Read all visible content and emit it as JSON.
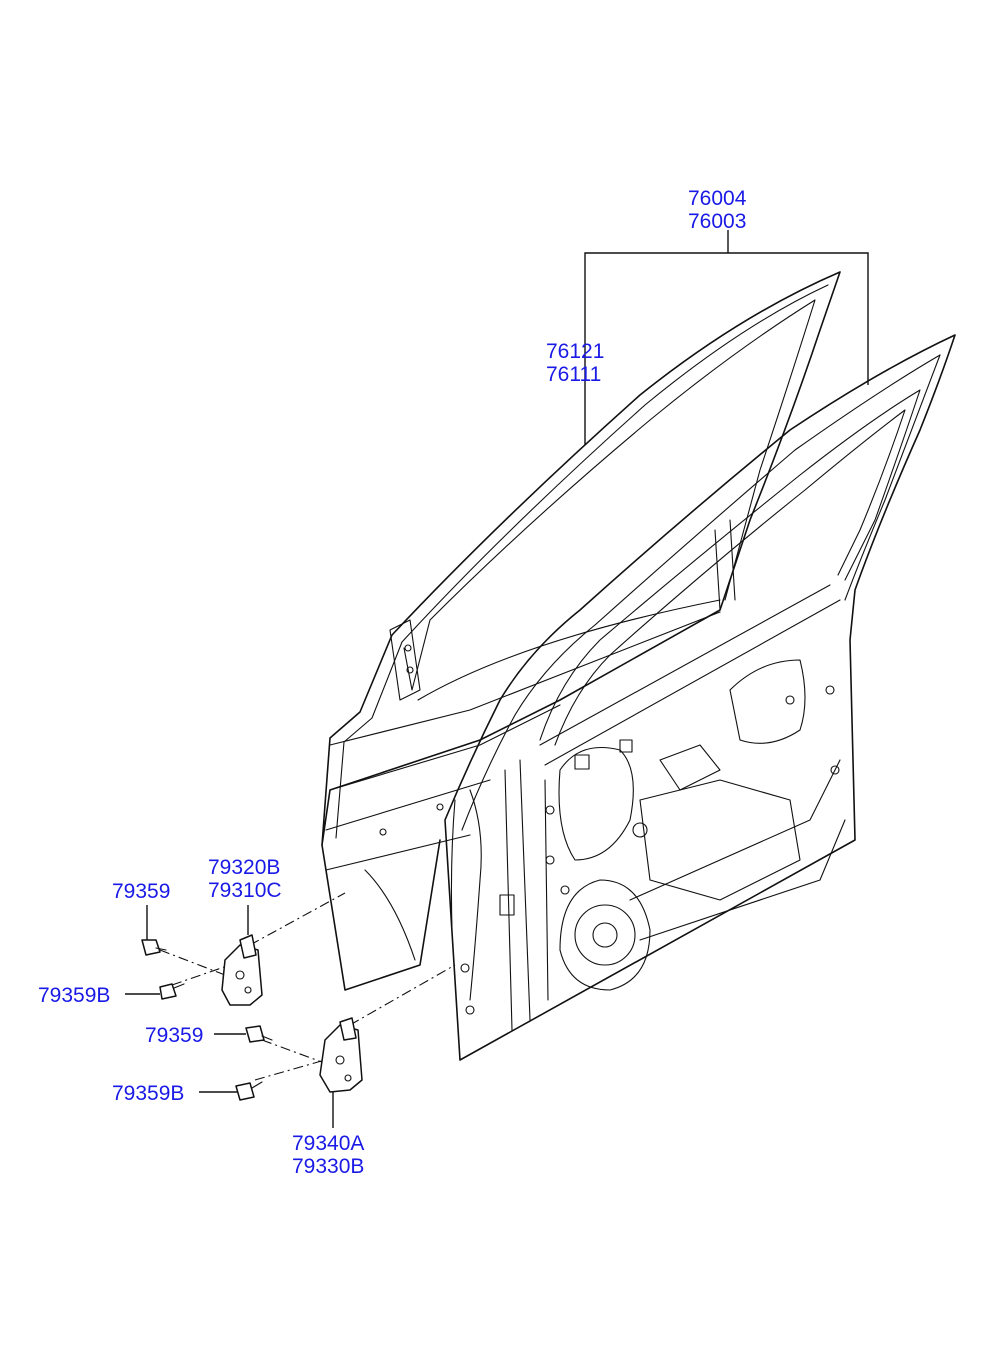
{
  "labels": {
    "door_assembly": [
      "76004",
      "76003"
    ],
    "door_panel": [
      "76121",
      "76111"
    ],
    "upper_hinge": [
      "79320B",
      "79310C"
    ],
    "upper_bolt_a": "79359",
    "upper_bolt_b": "79359B",
    "lower_bolt_a": "79359",
    "lower_bolt_b": "79359B",
    "lower_hinge": [
      "79340A",
      "79330B"
    ]
  },
  "colors": {
    "label": "#1a1ae6",
    "line": "#111111",
    "background": "#ffffff"
  }
}
